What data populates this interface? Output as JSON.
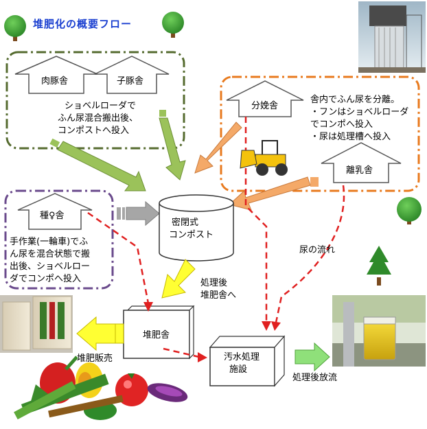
{
  "title": "堆肥化の概要フロー",
  "colors": {
    "green_group": "#556b2f",
    "orange_group": "#e87a1e",
    "purple_group": "#6a4a8c",
    "green_arrow": "#9bc25a",
    "orange_arrow": "#f4a968",
    "gray_arrow": "#a6a6a6",
    "yellow_arrow": "#ffff33",
    "light_green_arrow": "#8fe07a",
    "red_dashed": "#e02020",
    "title_blue": "#1a3fd0"
  },
  "nodes": {
    "pork": "肉豚舎",
    "piglet": "子豚舎",
    "farrowing": "分娩舎",
    "weaning": "離乳舎",
    "breeding": "種♀舎",
    "compost": [
      "密閉式",
      "コンポスト"
    ],
    "storage": "堆肥舎",
    "wastewater": [
      "汚水処理",
      "施設"
    ]
  },
  "notes": {
    "green_group": [
      "ショベルローダで",
      "ふん尿混合搬出後、",
      "コンポストへ投入"
    ],
    "orange_group": [
      "舎内でふん尿を分離。",
      "・フンはショベルローダ",
      "でコンポへ投入",
      "・尿は処理槽へ投入"
    ],
    "purple_group": [
      "手作業(一輪車)でふ",
      "ん尿を混合状態で搬",
      "出後、ショベルロー",
      "ダでコンポへ投入"
    ],
    "after_treatment": [
      "処理後",
      "堆肥舎へ"
    ],
    "urine_flow": "尿の流れ",
    "compost_sale": "堆肥販売",
    "discharge": "処理後放流"
  },
  "icons": [
    "tree-icon",
    "loader-icon",
    "compost-bag-photo",
    "vegetables-photo",
    "water-beaker-photo",
    "facility-photo"
  ]
}
